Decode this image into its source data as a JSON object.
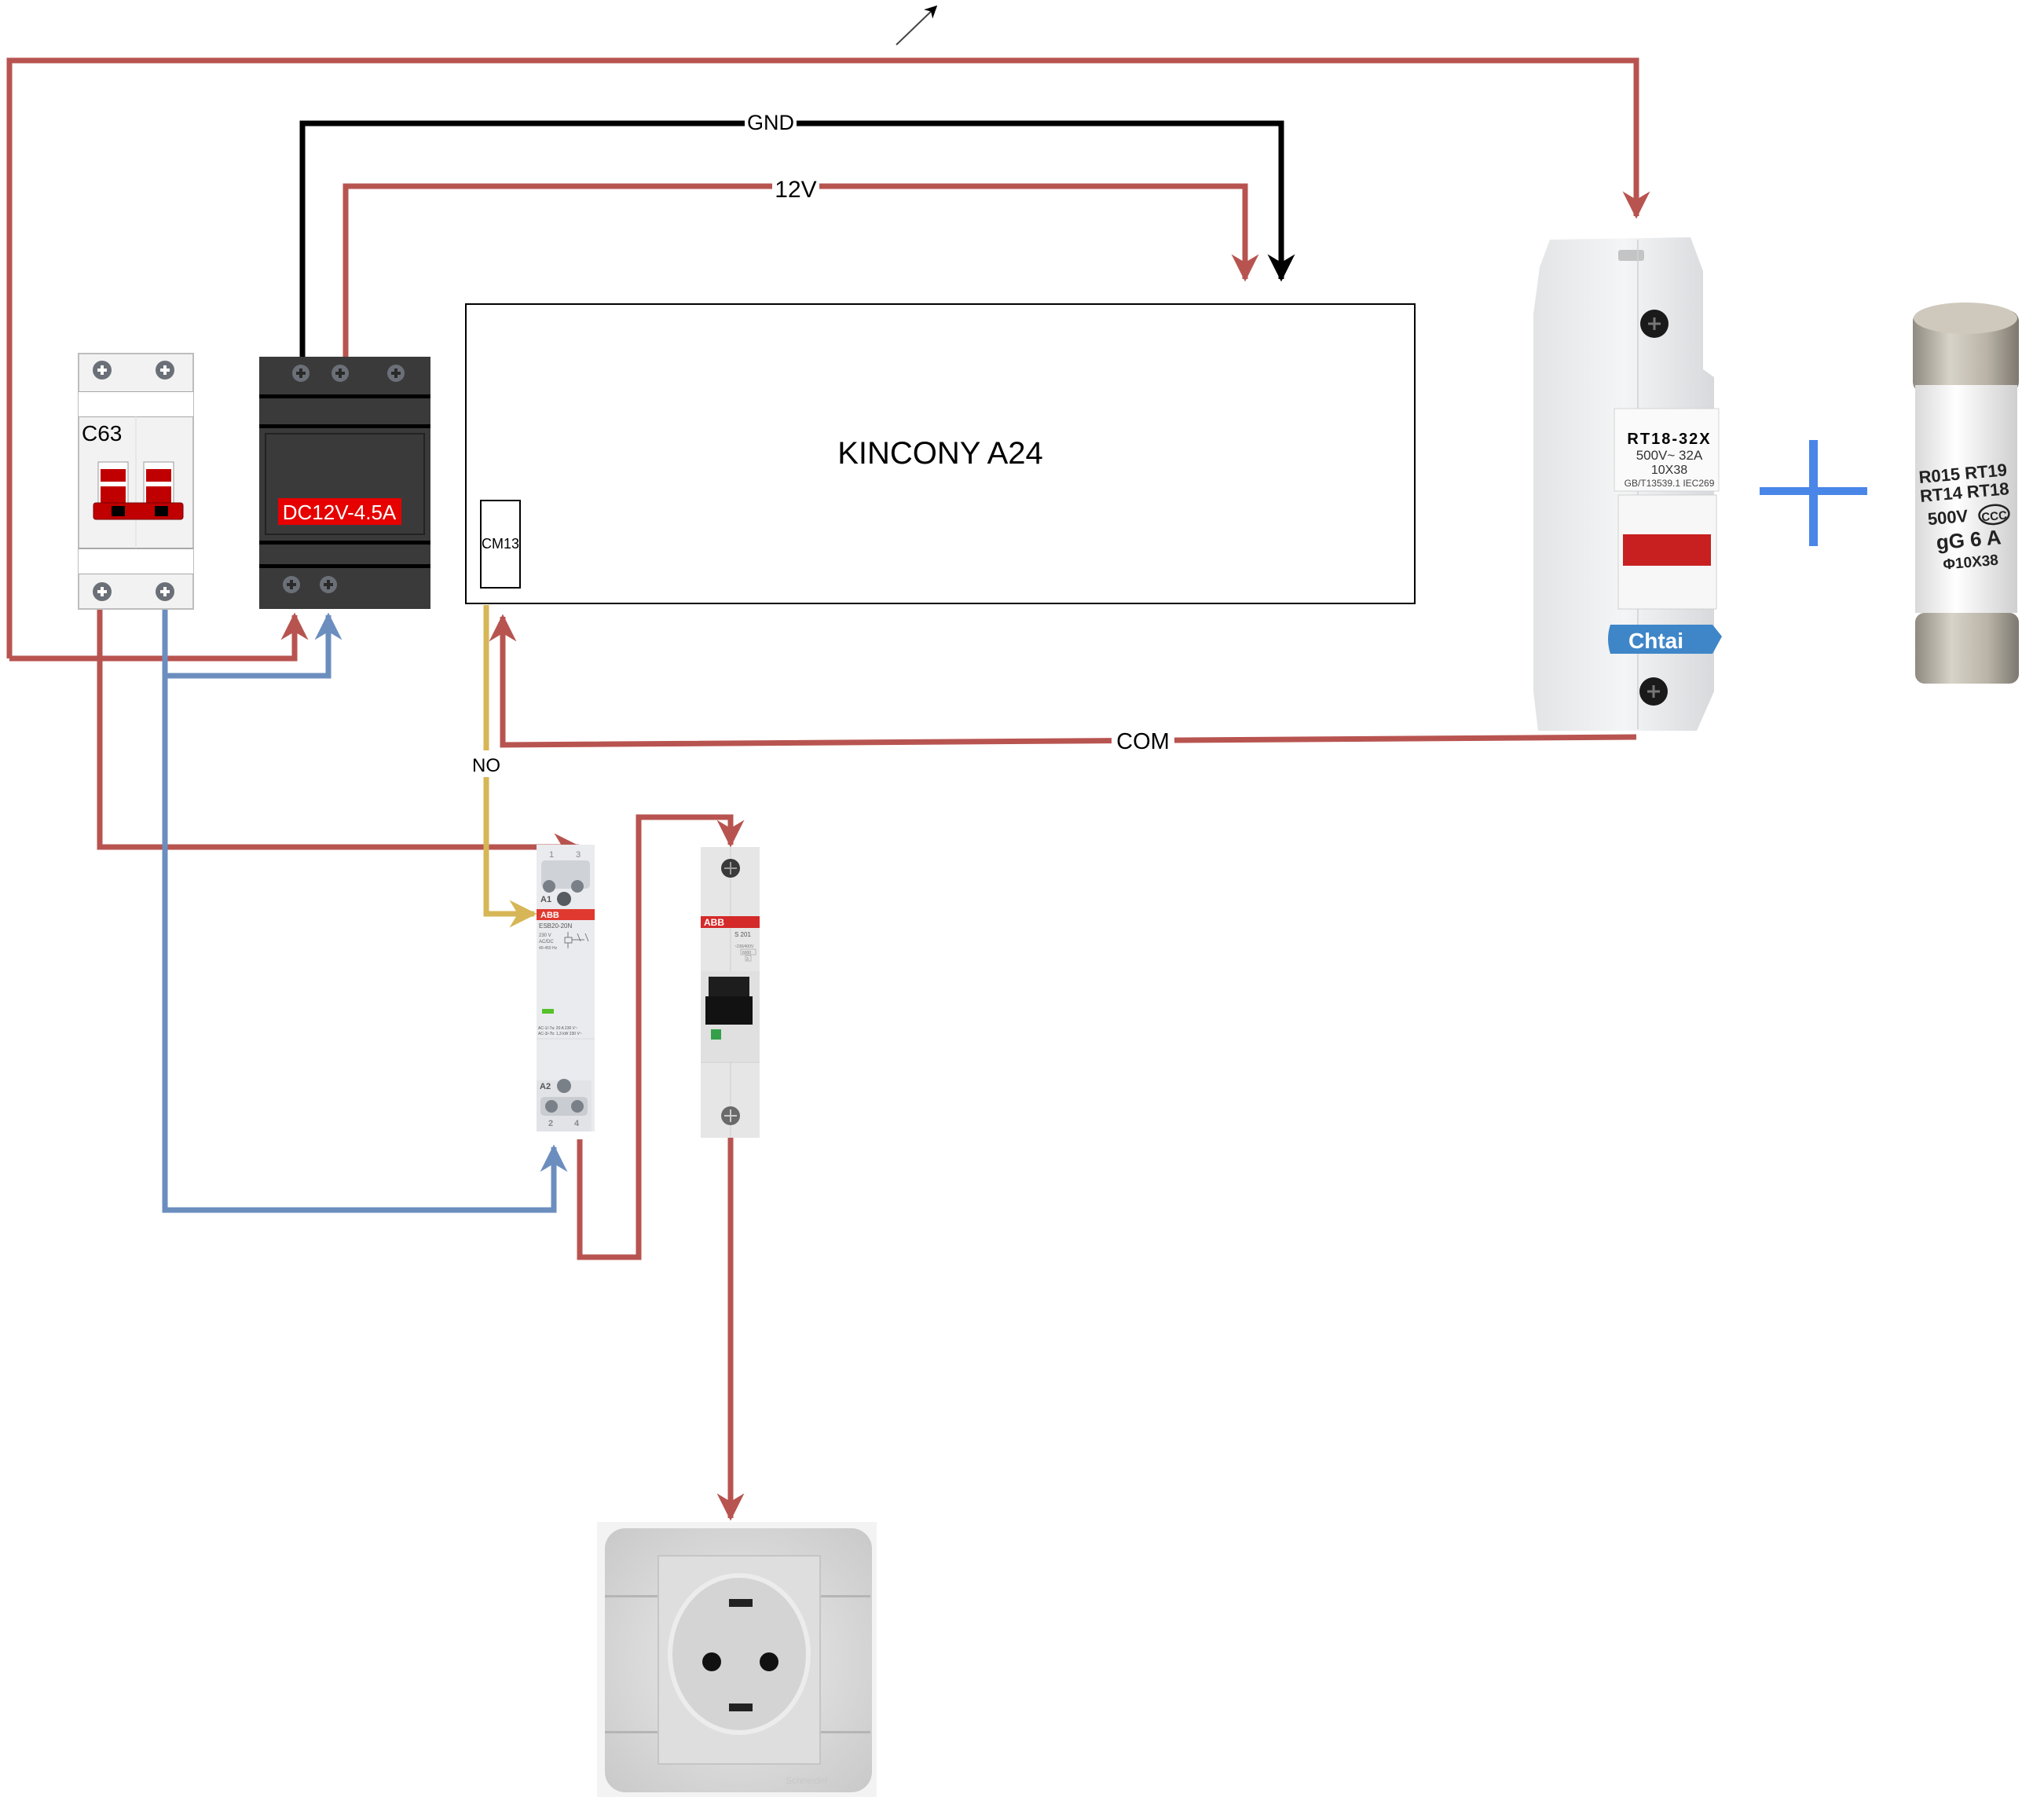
{
  "diagram": {
    "title": "KINCONY A24",
    "colors": {
      "live_wire": "#b85450",
      "neutral_wire": "#6c8ebf",
      "ground_wire": "#000000",
      "signal_wire": "#d6b656",
      "plus_sign": "#4a86e8",
      "psu_label_bg": "#e60000"
    },
    "wire_labels": {
      "gnd": "GND",
      "v12": "12V",
      "com": "COM",
      "no": "NO"
    },
    "controller": {
      "name": "KINCONY A24",
      "terminal": "CM13"
    },
    "breaker_c63": {
      "label": "C63"
    },
    "power_supply": {
      "label": "DC12V-4.5A"
    },
    "fuse_holder": {
      "model": "RT18-32X",
      "rating": "500V~  32A",
      "size": "10X38",
      "standard": "GB/T13539.1 IEC269",
      "brand": "Chtai"
    },
    "fuse_cartridge": {
      "line1": "R015 RT19",
      "line2": "RT14 RT18",
      "voltage": "500V",
      "rating": "gG  6  A",
      "size": "Φ10X38"
    },
    "contactor": {
      "brand": "ABB",
      "model": "ESB20-20N",
      "spec1": "230 V",
      "spec2": "AC/DC",
      "spec3": "40-450 Hz",
      "terminal_a1": "A1",
      "terminal_a2": "A2",
      "terminal_1": "1",
      "terminal_2": "2",
      "terminal_3": "3",
      "terminal_4": "4",
      "rating1": "AC-1/-7a: 20 A 230 V~",
      "rating2": "AC-3/-7b: 1,3 kW 230 V~"
    },
    "mcb": {
      "brand": "ABB",
      "model": "S 201",
      "spec": "~230/400V",
      "breaking": "6000",
      "class": "3"
    },
    "socket": {
      "brand": "Schneider",
      "sub": "Electric"
    }
  }
}
